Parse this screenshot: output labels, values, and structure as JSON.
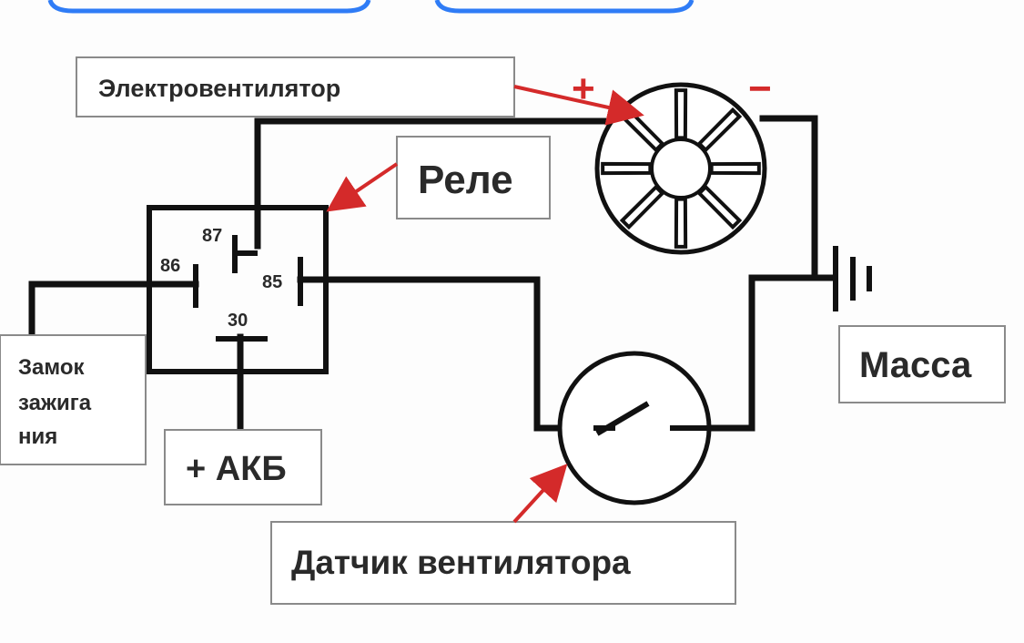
{
  "colors": {
    "wire": "#111111",
    "arrow": "#d42a2a",
    "box_border": "#888888",
    "label_box_fill": "#ffffff",
    "label_text": "#2a2a2a",
    "top_tab_border": "#2f7cf6"
  },
  "labels": {
    "fan_label": "Электровентилятор",
    "relay_label": "Реле",
    "ground_label": "Масса",
    "ignition_label_line1": "Замок",
    "ignition_label_line2": "зажига",
    "ignition_label_line3": "ния",
    "battery_label": "+ АКБ",
    "sensor_label": "Датчик вентилятора"
  },
  "relay_pins": {
    "pin_87": "87",
    "pin_86": "86",
    "pin_85": "85",
    "pin_30": "30"
  },
  "fan_polarity": {
    "plus": "+",
    "minus": "−"
  },
  "icons": {
    "fan": "fan-motor-icon",
    "ground": "ground-symbol-icon",
    "switch": "thermo-switch-icon"
  }
}
